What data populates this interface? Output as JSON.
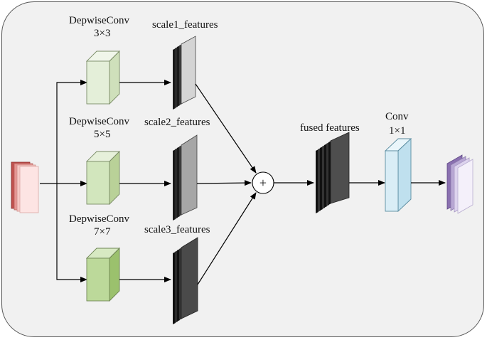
{
  "labels": {
    "branch1_title": "DepwiseConv",
    "branch1_kernel": "3×3",
    "branch2_title": "DepwiseConv",
    "branch2_kernel": "5×5",
    "branch3_title": "DepwiseConv",
    "branch3_kernel": "7×7",
    "scale1": "scale1_features",
    "scale2": "scale2_features",
    "scale3": "scale3_features",
    "fused": "fused features",
    "conv_title": "Conv",
    "conv_kernel": "1×1",
    "add_symbol": "+"
  },
  "colors": {
    "input_maps": [
      "#c0504d",
      "#e69592",
      "#f6c6c3",
      "#fde4e3"
    ],
    "branch1_block": "#e4efd9",
    "branch2_block": "#d2e6bd",
    "branch3_block": "#bcd99a",
    "scale1_fill": "#d4d4d4",
    "scale2_fill": "#a6a6a6",
    "scale3_fill": "#4a4a4a",
    "fused_fill": "#4e4e4e",
    "conv_block": "#d9edf6",
    "output_maps": [
      "#8a70b0",
      "#b8a7d4",
      "#ddd3ee",
      "#f4f0fa"
    ]
  }
}
